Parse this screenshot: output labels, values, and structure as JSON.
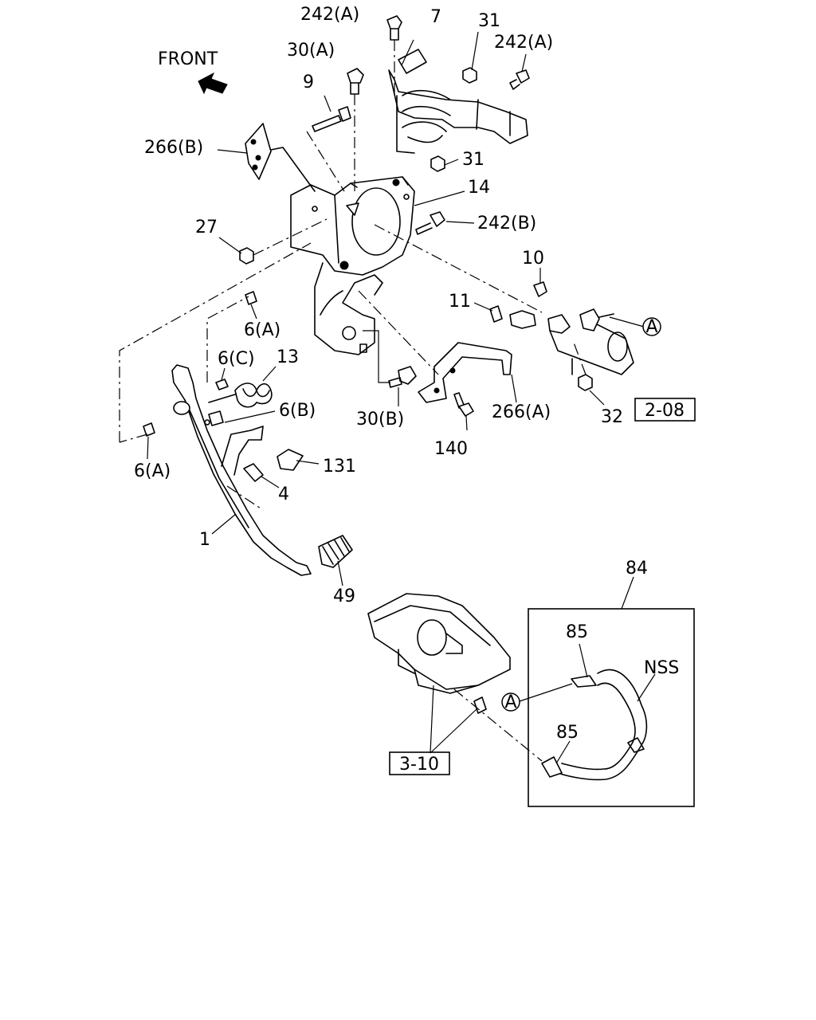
{
  "front_label": "FRONT",
  "callouts": {
    "c242a_top": "242(A)",
    "c7": "7",
    "c31_top": "31",
    "c242a_right": "242(A)",
    "c30a": "30(A)",
    "c9": "9",
    "c266b": "266(B)",
    "c31_mid": "31",
    "c14": "14",
    "c27": "27",
    "c242b": "242(B)",
    "c10": "10",
    "c11": "11",
    "c6a_upper": "6(A)",
    "c6c": "6(C)",
    "c13": "13",
    "c6b": "6(B)",
    "c30b": "30(B)",
    "c266a": "266(A)",
    "c32": "32",
    "c140": "140",
    "c6a_lower": "6(A)",
    "c131": "131",
    "c4": "4",
    "c1": "1",
    "c49": "49",
    "c84": "84",
    "c85_top": "85",
    "c85_bottom": "85",
    "cNSS": "NSS"
  },
  "circle_refs": {
    "a_right": "A",
    "a_lower": "A"
  },
  "section_refs": {
    "ref_208": "2-08",
    "ref_310": "3-10"
  }
}
